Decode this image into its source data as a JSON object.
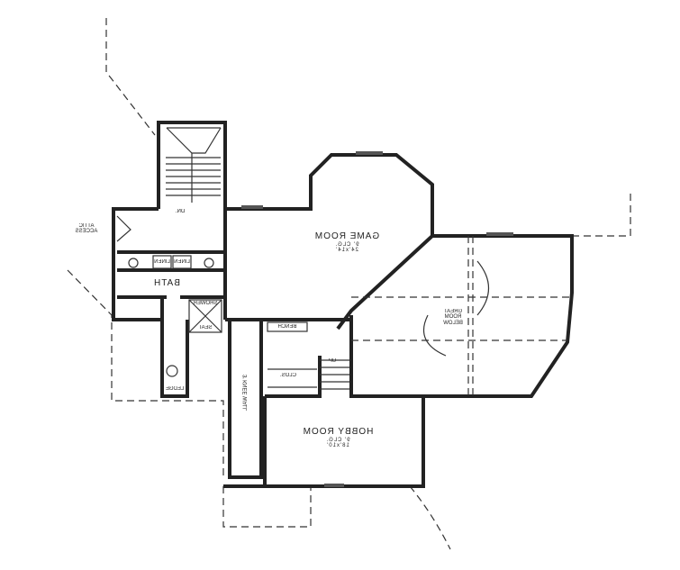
{
  "plan": {
    "game_room": {
      "name": "GAME ROOM",
      "ceiling": "9' CLG.",
      "size": "24'x14'"
    },
    "hobby_room": {
      "name": "HOBBY ROOM",
      "ceiling": "9' CLG.",
      "size": "18'x10'"
    },
    "great_room": {
      "name": "GREAT ROOM BELOW"
    },
    "bath": {
      "name": "BATH"
    },
    "linen_1": "LINEN",
    "linen_2": "LINEN",
    "shower": "SHOWER",
    "seat": "SEAT",
    "ledge": "LEDGE",
    "bench": "BENCH",
    "closet": "CLOS.",
    "up": "UP",
    "down": "DN.",
    "attic_access": "ATTIC ACCESS",
    "knee_wall": "3' KNEE WALL"
  }
}
